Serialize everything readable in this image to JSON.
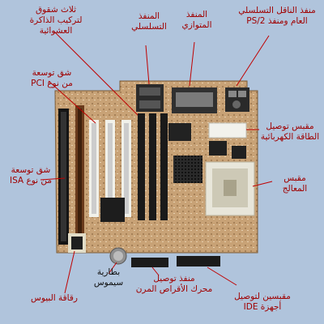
{
  "labels": {
    "serial_bus_ps2": [
      "منفذ الناقل التسلسلي",
      "العام ومنفذ PS/2"
    ],
    "parallel_port": [
      "المنفذ",
      "المتوازي"
    ],
    "serial_port": [
      "المنفذ",
      "التسلسلي"
    ],
    "memory_slots": [
      "ثلاث شقوق",
      "لتركيب الذاكرة",
      "العشوائية"
    ],
    "pci_slot": [
      "شق توسعة",
      "من نوع PCI"
    ],
    "power_socket": [
      "مقبس توصيل",
      "الطاقة الكهربائية"
    ],
    "isa_slot": [
      "شق توسعة",
      "من نوع ISA"
    ],
    "cpu_socket": [
      "مقبس",
      "المعالج"
    ],
    "cmos_battery": [
      "بطارية",
      "سيموس"
    ],
    "floppy_connector": [
      "منفذ توصيل",
      "محرك الأقراص المرن"
    ],
    "ide_sockets": [
      "مقبسين لتوصيل",
      "أجهزة IDE"
    ],
    "bios_chip": [
      "رقاقة البيوس"
    ]
  },
  "colors": {
    "background": "#b0c4dc",
    "label": "#a00000",
    "leader": "#c00000",
    "pcb": "#c8a276",
    "pcb_dark": "#a47d52"
  }
}
